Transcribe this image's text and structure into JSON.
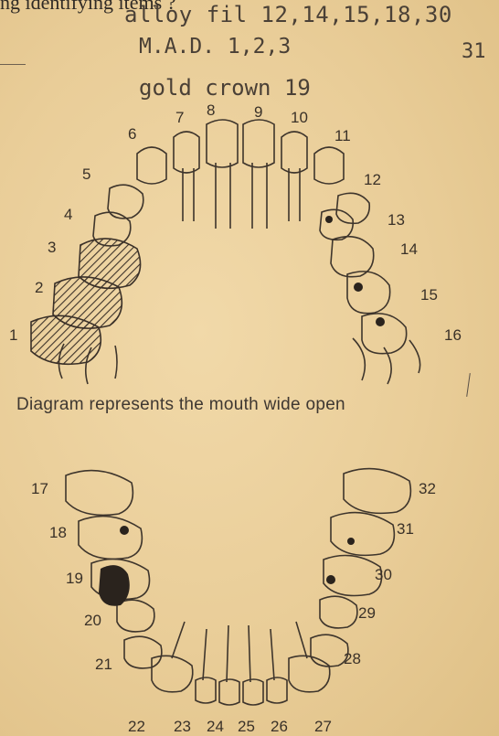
{
  "header_fragment": "ng identifying items ?",
  "typed": {
    "line1": "alloy fil 12,14,15,18,30",
    "line2": "M.A.D. 1,2,3",
    "line2_right": "31",
    "line3": "gold crown 19"
  },
  "caption": "Diagram represents the mouth wide open",
  "upper_numbers": [
    "1",
    "2",
    "3",
    "4",
    "5",
    "6",
    "7",
    "8",
    "9",
    "10",
    "11",
    "12",
    "13",
    "14",
    "15",
    "16"
  ],
  "lower_numbers": [
    "17",
    "18",
    "19",
    "20",
    "21",
    "22",
    "23",
    "24",
    "25",
    "26",
    "27",
    "28",
    "29",
    "30",
    "31",
    "32"
  ]
}
